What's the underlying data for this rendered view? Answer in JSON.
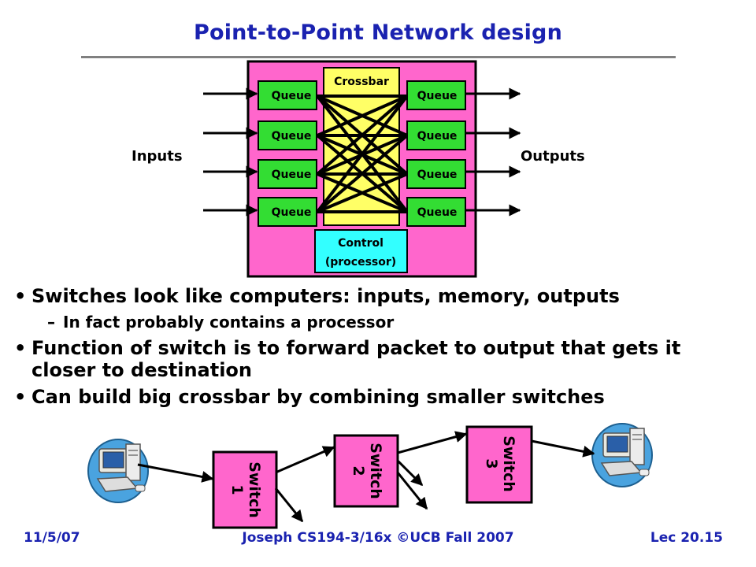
{
  "title": "Point-to-Point Network design",
  "diagram": {
    "inputs_label": "Inputs",
    "outputs_label": "Outputs",
    "crossbar_label": "Crossbar",
    "queue_label": "Queue",
    "control_line1": "Control",
    "control_line2": "(processor)",
    "switch1_line1": "Switch",
    "switch1_line2": "1",
    "switch2_line1": "Switch",
    "switch2_line2": "2",
    "switch3_line1": "Switch",
    "switch3_line2": "3",
    "computer_icon": "desktop-computer-icon",
    "colors": {
      "router_box": "#ff66cc",
      "queue": "#33dd33",
      "crossbar": "#ffff66",
      "control": "#33ffff",
      "title": "#1a22b0"
    }
  },
  "bullets": [
    {
      "text": "Switches look like computers: inputs, memory, outputs",
      "level": 1
    },
    {
      "text": "In fact probably contains a processor",
      "level": 2
    },
    {
      "text": "Function of switch is to forward packet to output that gets it closer to destination",
      "level": 1
    },
    {
      "text": "Can build big crossbar by combining smaller switches",
      "level": 1
    }
  ],
  "footer": {
    "date": "11/5/07",
    "course": "Joseph CS194-3/16x ©UCB Fall 2007",
    "lecture": "Lec 20.15"
  }
}
